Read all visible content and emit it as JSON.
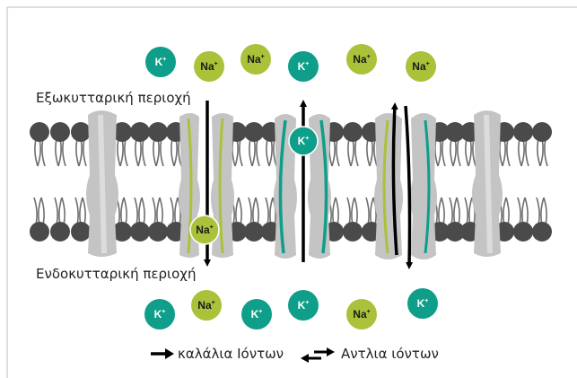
{
  "labels": {
    "extracellular": "Εξωκυτταρική περιοχή",
    "intracellular": "Ενδοκυτταρική περιοχή"
  },
  "legend": {
    "channels": "καλάλια Ιόντων",
    "pump": "Αντλια ιόντων"
  },
  "ions": {
    "k": {
      "symbol": "K",
      "charge": "+",
      "color": "#0e9e8a"
    },
    "na": {
      "symbol": "Na",
      "charge": "+",
      "color": "#a9c23a"
    }
  },
  "colors": {
    "head": "#4a4a4a",
    "tail": "#6e6e6e",
    "protein": "#c4c4c4",
    "protein_light": "#dcdcdc",
    "na_stripe": "#a9c23a",
    "k_stripe": "#0e9e8a",
    "arrow": "#000000",
    "frame": "#bdbdbd"
  },
  "icons": [
    "arrow-right-icon",
    "double-arrow-icon"
  ]
}
